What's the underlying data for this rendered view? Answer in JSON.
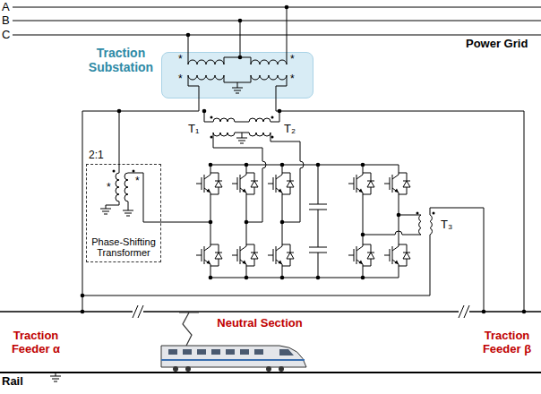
{
  "diagram": {
    "nodes": [
      {
        "text": [
          "Traction Substation"
        ]
      },
      {
        "text": [
          "2:1",
          "Phase-Shifting Transformer"
        ]
      }
    ],
    "labels": [
      "A",
      "B",
      "C",
      "Power Grid",
      "T₁",
      "T₂",
      "T₃",
      "Neutral Section",
      "Traction Feeder α",
      "Traction Feeder β",
      "Rail",
      "*",
      "*",
      "*",
      "*",
      "*",
      "*"
    ]
  }
}
